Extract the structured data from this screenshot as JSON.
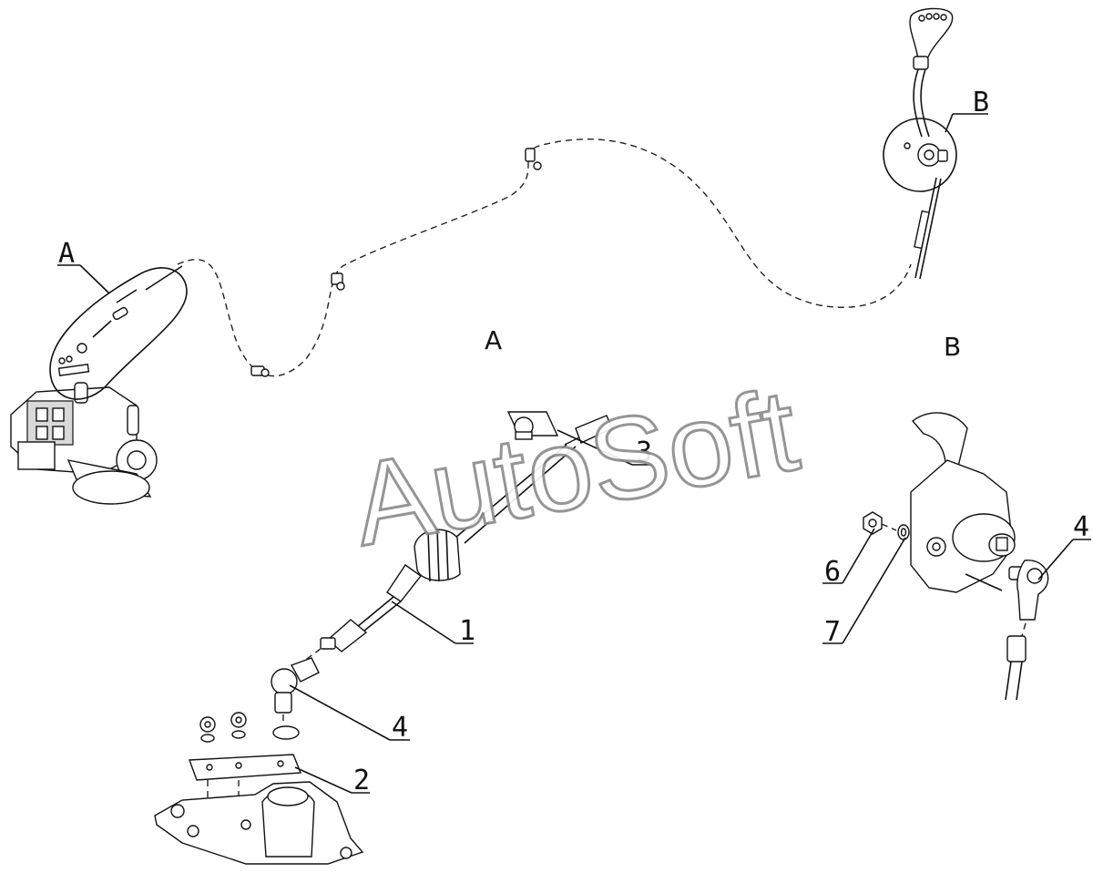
{
  "watermark": "AutoSoft",
  "views": {
    "overview_a": "A",
    "overview_b": "B",
    "detail_a": "A",
    "detail_b": "B"
  },
  "callouts": {
    "cable": "1",
    "plate": "2",
    "clamp": "3",
    "ball_joint_a": "4",
    "ball_joint_b": "4",
    "nut": "6",
    "washer": "7"
  }
}
